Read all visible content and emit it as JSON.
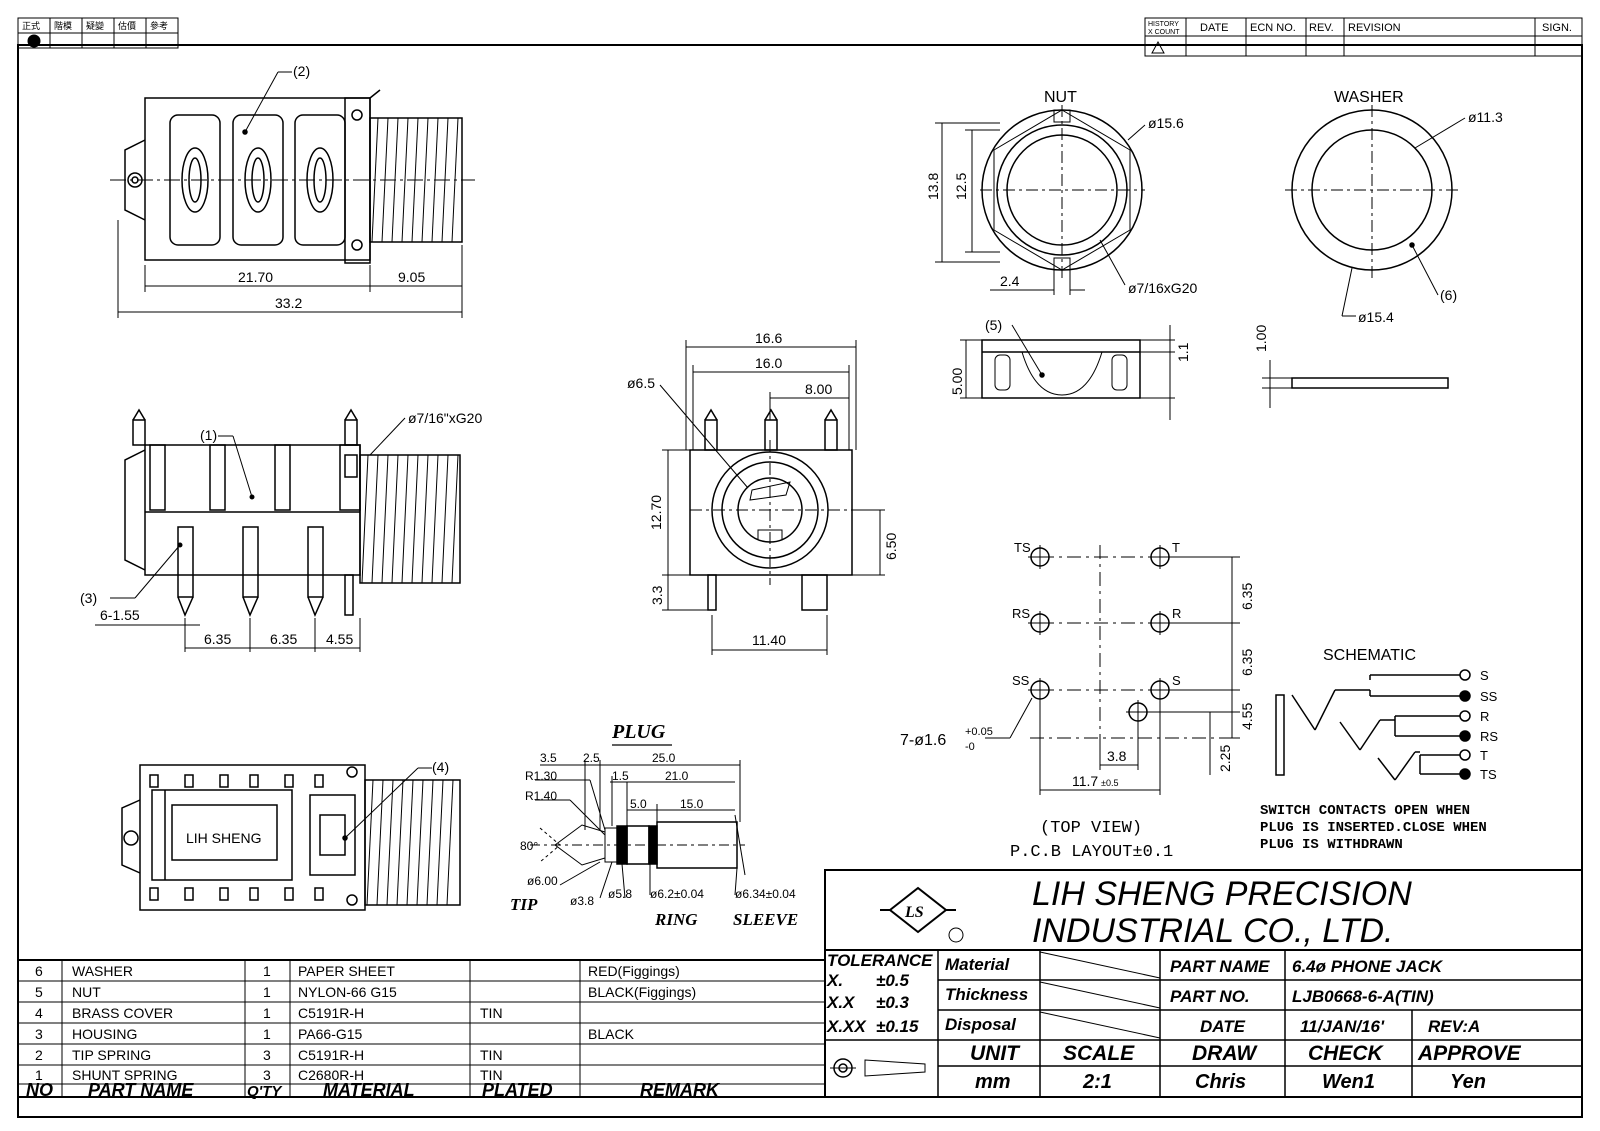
{
  "top_stamp": {
    "cells": [
      "正式",
      "階模",
      "疑變",
      "估價",
      "參考"
    ]
  },
  "revision_header": {
    "history": "HISTORY",
    "xcount": "X COUNT",
    "date": "DATE",
    "ecn": "ECN NO.",
    "rev": "REV.",
    "revision": "REVISION",
    "sign": "SIGN."
  },
  "side_view": {
    "callout": "(2)",
    "dim_body": "21.70",
    "dim_thread": "9.05",
    "dim_total": "33.2"
  },
  "front_view": {
    "callout_1": "(1)",
    "callout_3": "(3)",
    "thread": "ø7/16\"xG20",
    "pin_width": "6-1.55",
    "pitch_1": "6.35",
    "pitch_2": "6.35",
    "pitch_3": "4.55"
  },
  "bottom_view": {
    "callout": "(4)",
    "logo_text": "LIH SHENG"
  },
  "end_view": {
    "dia": "ø6.5",
    "w_outer": "16.6",
    "w_inner": "16.0",
    "w_half": "8.00",
    "h_body": "12.70",
    "h_center": "6.50",
    "h_pin": "3.3",
    "pin_span": "11.40"
  },
  "nut": {
    "title": "NUT",
    "dia_outer": "ø15.6",
    "h_outer": "13.8",
    "h_inner": "12.5",
    "slot": "2.4",
    "thread": "ø7/16xG20",
    "callout": "(5)",
    "thickness": "5.00",
    "lip": "1.1"
  },
  "washer": {
    "title": "WASHER",
    "dia_inner": "ø11.3",
    "dia_outer": "ø15.4",
    "callout": "(6)",
    "thickness": "1.00"
  },
  "pcb": {
    "labels": [
      "TS",
      "T",
      "RS",
      "R",
      "SS",
      "S"
    ],
    "dim_1": "6.35",
    "dim_2": "6.35",
    "dim_3": "4.55",
    "dim_4": "2.25",
    "hole": "7-ø1.6",
    "tol_plus": "+0.05",
    "tol_minus": "-0",
    "dx_1": "3.8",
    "dx_2": "11.7",
    "dx_tol": "±0.5",
    "view": "(TOP VIEW)",
    "layout": "P.C.B LAYOUT±0.1"
  },
  "plug": {
    "title": "PLUG",
    "d35": "3.5",
    "d25": "2.5",
    "d250": "25.0",
    "r130": "R1.30",
    "r140": "R1.40",
    "d15": "1.5",
    "d210": "21.0",
    "d50": "5.0",
    "d150": "15.0",
    "angle": "80°",
    "tip_dia": "ø6.00",
    "tip": "TIP",
    "d38": "ø3.8",
    "d58": "ø5.8",
    "ring_dia": "ø6.2±0.04",
    "sleeve_dia": "ø6.34±0.04",
    "ring": "RING",
    "sleeve": "SLEEVE"
  },
  "schematic": {
    "title": "SCHEMATIC",
    "pins": [
      "S",
      "SS",
      "R",
      "RS",
      "T",
      "TS"
    ],
    "note": [
      "SWITCH CONTACTS OPEN WHEN",
      "PLUG IS INSERTED.CLOSE WHEN",
      "PLUG IS WITHDRAWN"
    ]
  },
  "company": {
    "line1": "LIH SHENG PRECISION",
    "line2": "INDUSTRIAL CO., LTD.",
    "logo": "LS"
  },
  "bom": {
    "headers": [
      "NO",
      "PART NAME",
      "Q'TY",
      "MATERIAL",
      "PLATED",
      "REMARK"
    ],
    "rows": [
      [
        "6",
        "WASHER",
        "1",
        "PAPER SHEET",
        "",
        "RED(Figgings)"
      ],
      [
        "5",
        "NUT",
        "1",
        "NYLON-66 G15",
        "",
        "BLACK(Figgings)"
      ],
      [
        "4",
        "BRASS COVER",
        "1",
        "C5191R-H",
        "TIN",
        ""
      ],
      [
        "3",
        "HOUSING",
        "1",
        "PA66-G15",
        "",
        "BLACK"
      ],
      [
        "2",
        "TIP SPRING",
        "3",
        "C5191R-H",
        "TIN",
        ""
      ],
      [
        "1",
        "SHUNT SPRING",
        "3",
        "C2680R-H",
        "TIN",
        ""
      ]
    ]
  },
  "title_block": {
    "tolerance": "TOLERANCE",
    "tol_x": "X.",
    "tol_x_val": "±0.5",
    "tol_xx": "X.X",
    "tol_xx_val": "±0.3",
    "tol_xxx": "X.XX",
    "tol_xxx_val": "±0.15",
    "material": "Material",
    "thickness": "Thickness",
    "disposal": "Disposal",
    "part_name_label": "PART NAME",
    "part_name": "6.4ø PHONE JACK",
    "part_no_label": "PART NO.",
    "part_no": "LJB0668-6-A(TIN)",
    "date_label": "DATE",
    "date": "11/JAN/16'",
    "rev": "REV:A",
    "unit_label": "UNIT",
    "unit": "mm",
    "scale_label": "SCALE",
    "scale": "2:1",
    "draw_label": "DRAW",
    "draw": "Chris",
    "check_label": "CHECK",
    "check": "Wen1",
    "approve_label": "APPROVE",
    "approve": "Yen"
  }
}
